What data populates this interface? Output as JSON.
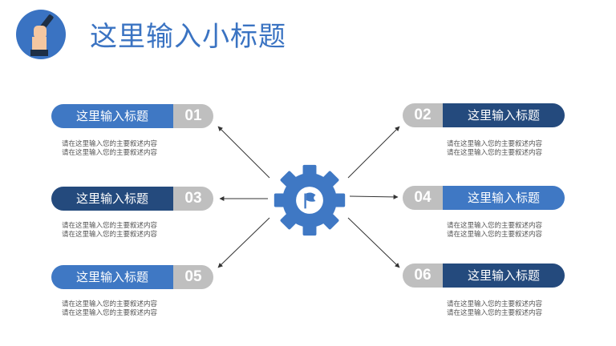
{
  "header": {
    "title": "这里输入小标题"
  },
  "items": [
    {
      "number": "01",
      "title": "这里输入标题",
      "desc_line1": "请在这里输入您的主要叙述内容",
      "desc_line2": "请在这里输入您的主要叙述内容"
    },
    {
      "number": "02",
      "title": "这里输入标题",
      "desc_line1": "请在这里输入您的主要叙述内容",
      "desc_line2": "请在这里输入您的主要叙述内容"
    },
    {
      "number": "03",
      "title": "这里输入标题",
      "desc_line1": "请在这里输入您的主要叙述内容",
      "desc_line2": "请在这里输入您的主要叙述内容"
    },
    {
      "number": "04",
      "title": "这里输入标题",
      "desc_line1": "请在这里输入您的主要叙述内容",
      "desc_line2": "请在这里输入您的主要叙述内容"
    },
    {
      "number": "05",
      "title": "这里输入标题",
      "desc_line1": "请在这里输入您的主要叙述内容",
      "desc_line2": "请在这里输入您的主要叙述内容"
    },
    {
      "number": "06",
      "title": "这里输入标题",
      "desc_line1": "请在这里输入您的主要叙述内容",
      "desc_line2": "请在这里输入您的主要叙述内容"
    }
  ],
  "colors": {
    "accent": "#3f78c4",
    "dark": "#244a7d",
    "number_bg": "#bfbfbf"
  },
  "icons": {
    "logo": "hand-with-pen-icon",
    "center": "gear-flag-icon"
  }
}
